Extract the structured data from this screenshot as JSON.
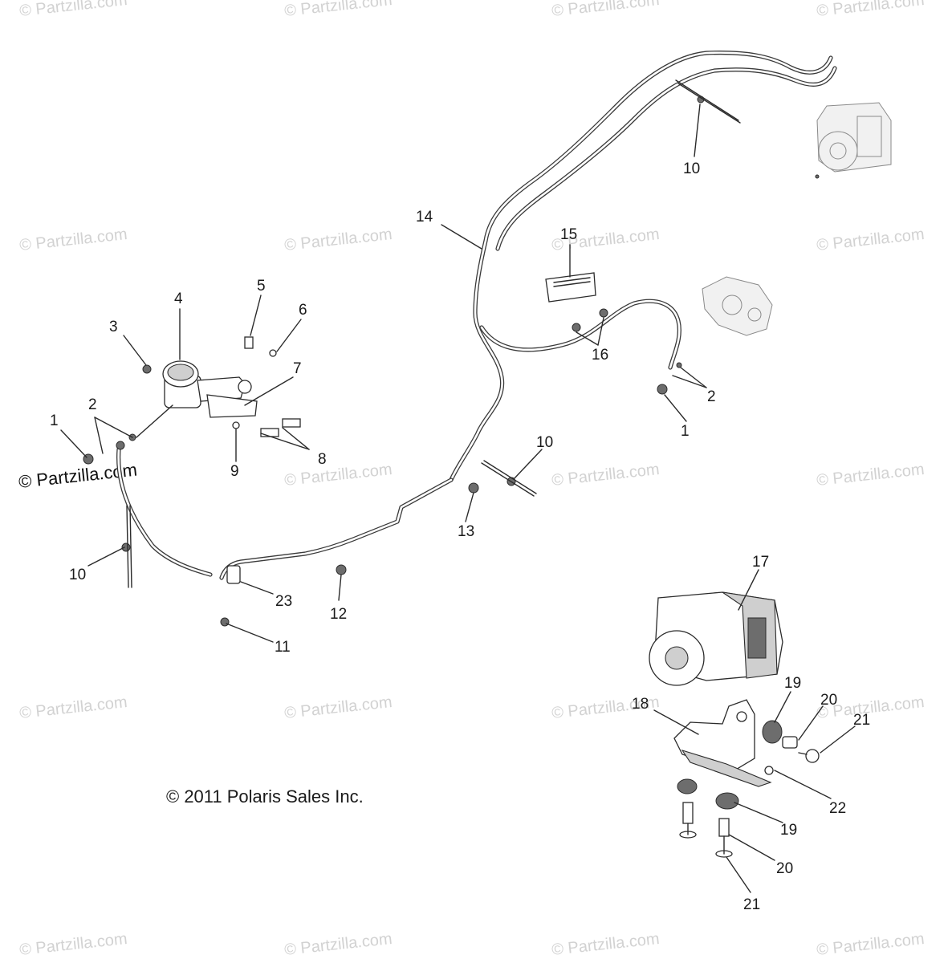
{
  "watermark_text": "© Partzilla.com",
  "copyright": "© 2011 Polaris Sales Inc.",
  "callouts": [
    "1",
    "2",
    "3",
    "4",
    "5",
    "6",
    "7",
    "8",
    "9",
    "10",
    "11",
    "12",
    "13",
    "14",
    "15",
    "16",
    "17",
    "18",
    "19",
    "20",
    "21",
    "22",
    "23"
  ]
}
